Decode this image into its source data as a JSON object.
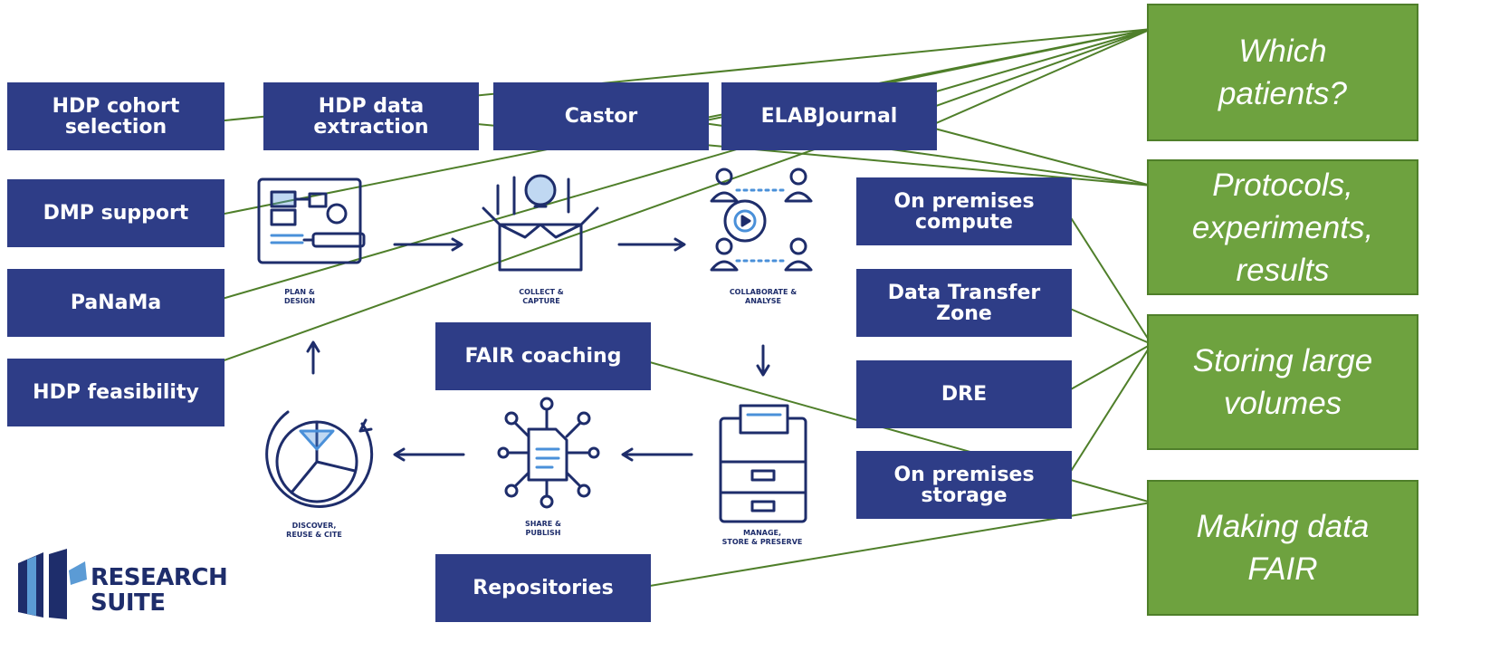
{
  "tools": {
    "hdp_cohort_selection": "HDP cohort\nselection",
    "hdp_data_extraction": "HDP data\nextraction",
    "castor": "Castor",
    "elabjournal": "ELABJournal",
    "dmp_support": "DMP support",
    "panama": "PaNaMa",
    "hdp_feasibility": "HDP feasibility",
    "on_premises_compute": "On premises\ncompute",
    "data_transfer_zone": "Data Transfer\nZone",
    "dre": "DRE",
    "on_premises_storage": "On premises\nstorage",
    "fair_coaching": "FAIR coaching",
    "repositories": "Repositories"
  },
  "lifecycle": {
    "plan_design": "PLAN &\nDESIGN",
    "collect_capture": "COLLECT &\nCAPTURE",
    "collaborate_analyse": "COLLABORATE &\nANALYSE",
    "manage_store": "MANAGE,\nSTORE & PRESERVE",
    "share_publish": "SHARE &\nPUBLISH",
    "discover_reuse": "DISCOVER,\nREUSE & CITE"
  },
  "questions": {
    "which_patients": "Which\npatients?",
    "protocols": "Protocols,\nexperiments,\nresults",
    "storing": "Storing large\nvolumes",
    "making_fair": "Making data\nFAIR"
  },
  "logo": {
    "line1": "RESEARCH",
    "line2": "SUITE"
  },
  "colors": {
    "tool_box": "#2e3d87",
    "question_box": "#6ea23f",
    "connector": "#4f7f2a",
    "icon": "#1e2d6b"
  }
}
